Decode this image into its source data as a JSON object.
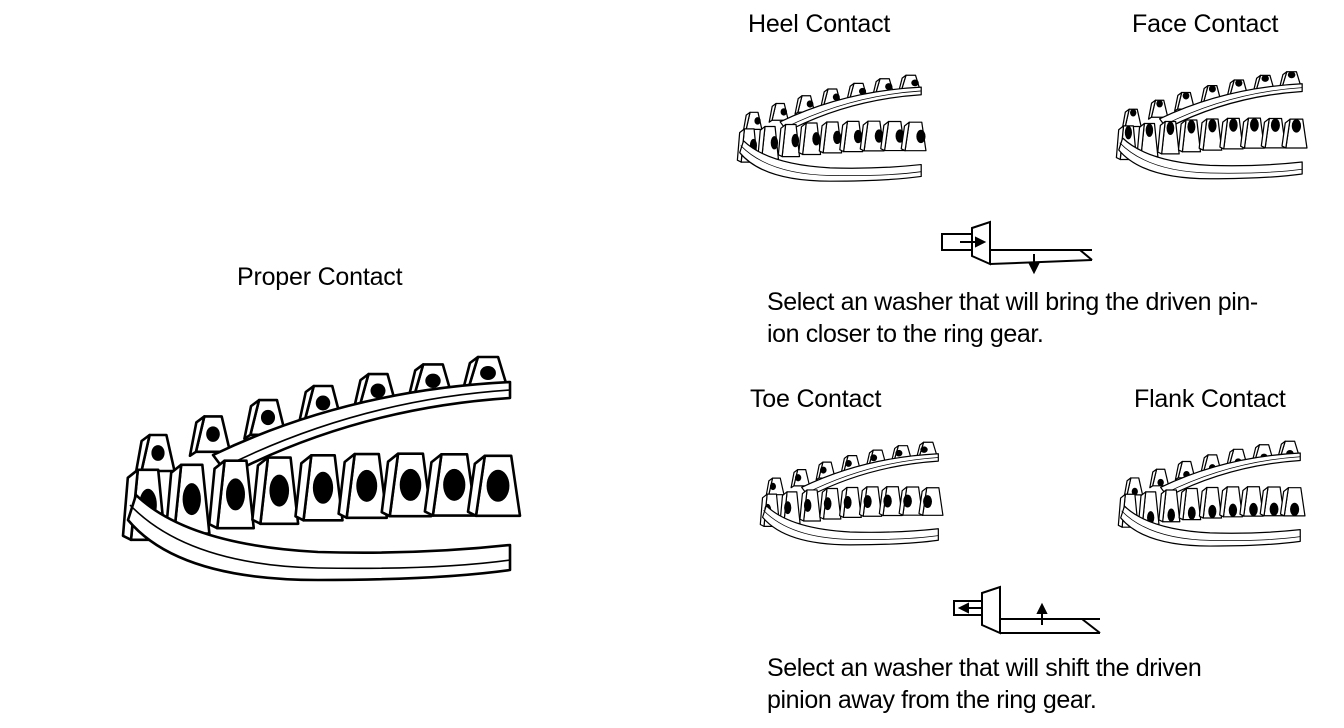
{
  "labels": {
    "proper": "Proper Contact",
    "heel": "Heel Contact",
    "face": "Face Contact",
    "toe": "Toe Contact",
    "flank": "Flank Contact"
  },
  "notes": {
    "bring_closer_line1": "Select an washer that will bring the driven pin-",
    "bring_closer_line2": "ion closer to the ring gear.",
    "shift_away_line1": "Select an washer that will shift the driven",
    "shift_away_line2": "pinion away from the ring gear."
  },
  "colors": {
    "ink": "#000000",
    "paper": "#ffffff"
  },
  "icons": {
    "gear": "ring-gear-segment-icon",
    "pinion": "pinion-arrow-icon"
  }
}
